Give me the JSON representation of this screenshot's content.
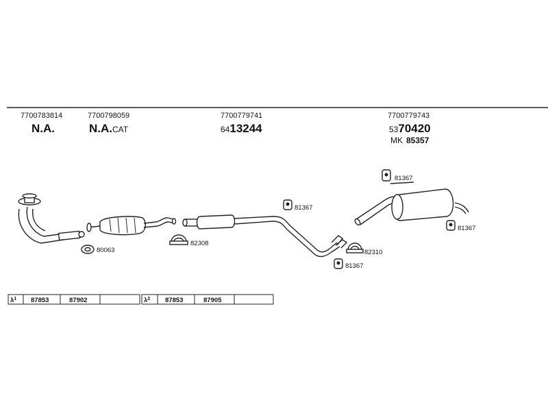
{
  "header": {
    "columns": [
      {
        "part_number": "7700783814",
        "name": "N.A.",
        "suffix": ""
      },
      {
        "part_number": "7700798059",
        "name": "N.A.",
        "suffix": "CAT"
      },
      {
        "part_number": "7700779741",
        "code_prefix": "64",
        "code_main": "13244"
      },
      {
        "part_number": "7700779743",
        "code_prefix": "53",
        "code_main": "70420",
        "mk_label": "MK",
        "mk_value": "85357"
      }
    ]
  },
  "components": {
    "front_pipe_gasket": "80063",
    "clamp_front": "82308",
    "hanger_mid": "81367",
    "clamp_rear": "82310",
    "hanger_lower": "81367",
    "hanger_top_rear": "81367",
    "hanger_rear_right": "81367"
  },
  "tables": [
    {
      "symbol": "λ",
      "sup": "1",
      "values": [
        "87853",
        "87902",
        ""
      ]
    },
    {
      "symbol": "λ",
      "sup": "2",
      "values": [
        "87853",
        "87905",
        ""
      ]
    }
  ]
}
